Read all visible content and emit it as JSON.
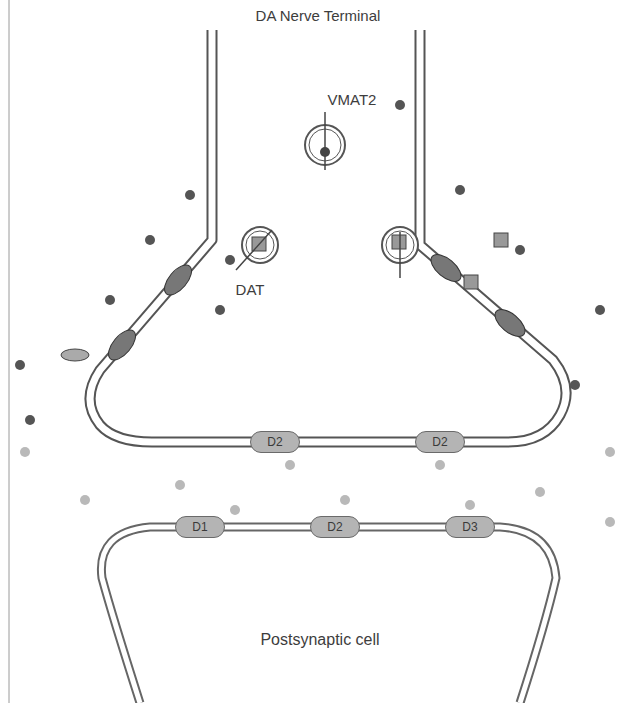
{
  "diagram": {
    "nodes": [
      {
        "text": [
          "D2"
        ]
      },
      {
        "text": [
          "D2"
        ]
      },
      {
        "text": [
          "D1"
        ]
      },
      {
        "text": [
          "D2"
        ]
      },
      {
        "text": [
          "D3"
        ]
      }
    ],
    "labels": [
      "DA Nerve Terminal",
      "VMAT2",
      "DAT",
      "Postsynaptic cell"
    ]
  }
}
